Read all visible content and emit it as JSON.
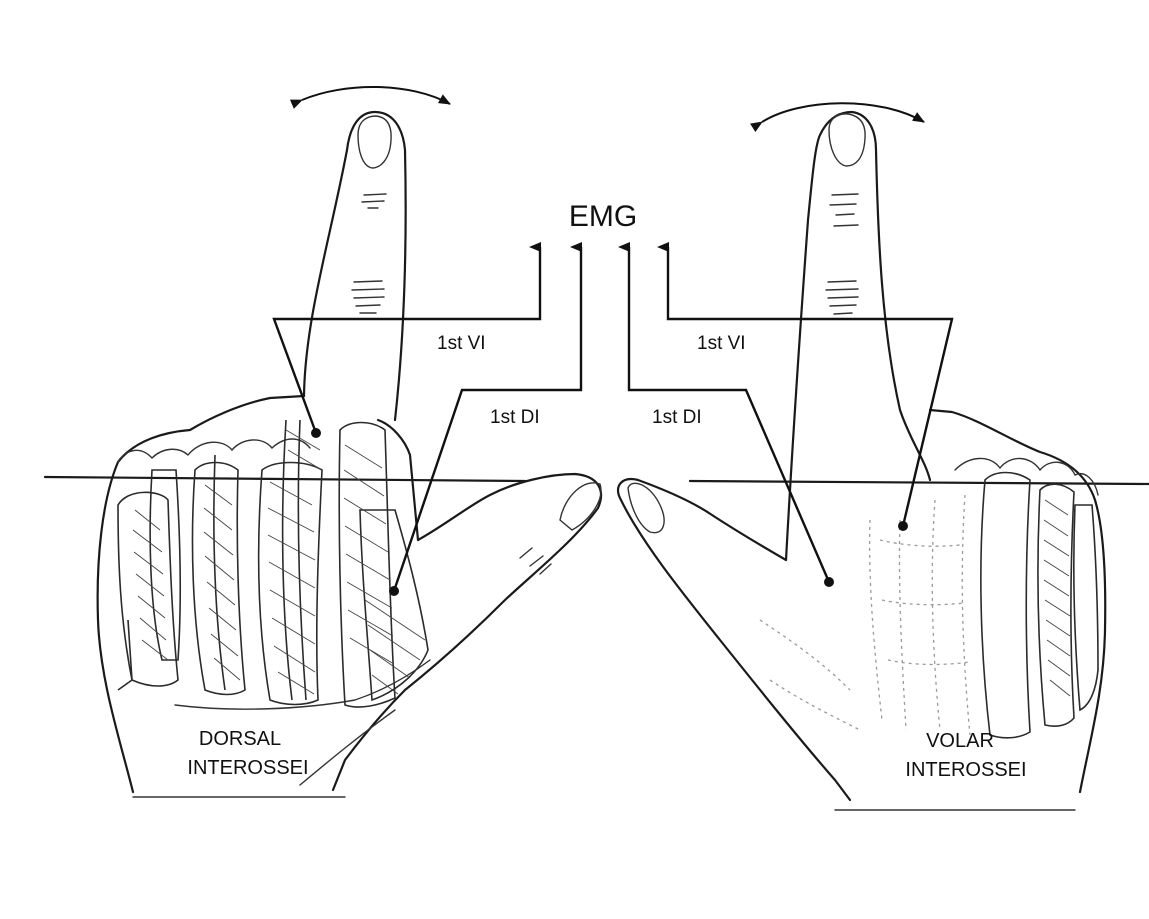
{
  "labels": {
    "emg": "EMG",
    "left_fdi": "1st DI",
    "left_fvi": "1st VI",
    "right_fdi": "1st DI",
    "right_fvi": "1st VI",
    "left_caption_line1": "DORSAL",
    "left_caption_line2": "INTEROSSEI",
    "right_caption_line1": "VOLAR",
    "right_caption_line2": "INTEROSSEI"
  },
  "colors": {
    "ink": "#1a1a1a",
    "background": "#ffffff"
  }
}
